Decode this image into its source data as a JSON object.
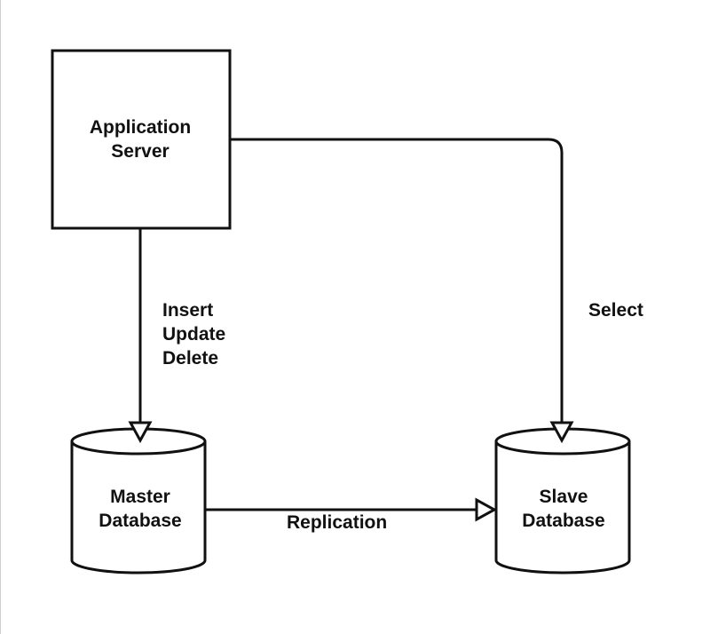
{
  "nodes": {
    "app_server": {
      "line1": "Application",
      "line2": "Server"
    },
    "master_db": {
      "line1": "Master",
      "line2": "Database"
    },
    "slave_db": {
      "line1": "Slave",
      "line2": "Database"
    }
  },
  "edges": {
    "write_ops": [
      "Insert",
      "Update",
      "Delete"
    ],
    "select": "Select",
    "replication": "Replication"
  }
}
